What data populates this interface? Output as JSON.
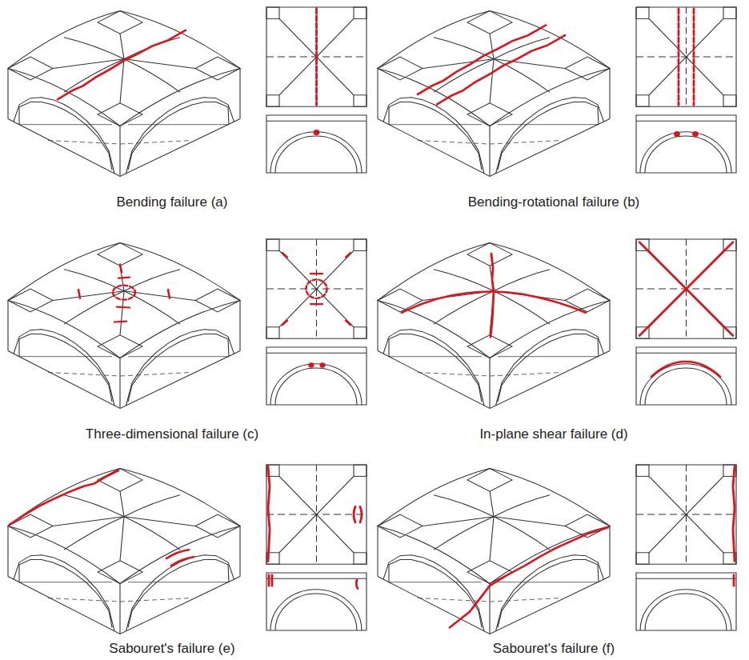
{
  "diagram": {
    "labels": [
      "Bending failure (a)",
      "Bending-rotational failure (b)",
      "Three-dimensional failure (c)",
      "In-plane shear failure (d)",
      "Sabouret's failure (e)",
      "Sabouret's failure (f)"
    ]
  }
}
